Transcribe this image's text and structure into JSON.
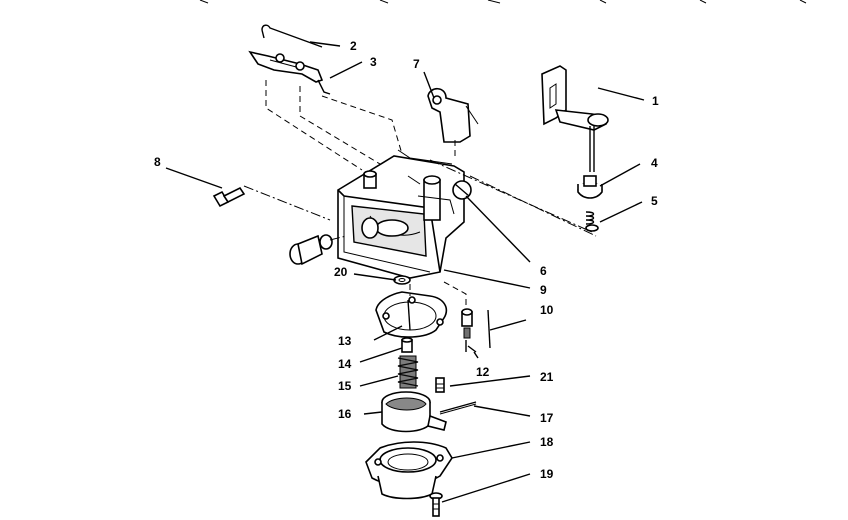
{
  "labels": {
    "l1": "1",
    "l2": "2",
    "l3": "3",
    "l4": "4",
    "l5": "5",
    "l6": "6",
    "l7": "7",
    "l8": "8",
    "l9": "9",
    "l10": "10",
    "l12": "12",
    "l13": "13",
    "l14": "14",
    "l15": "15",
    "l16": "16",
    "l17": "17",
    "l18": "18",
    "l19": "19",
    "l20": "20",
    "l21": "21"
  }
}
